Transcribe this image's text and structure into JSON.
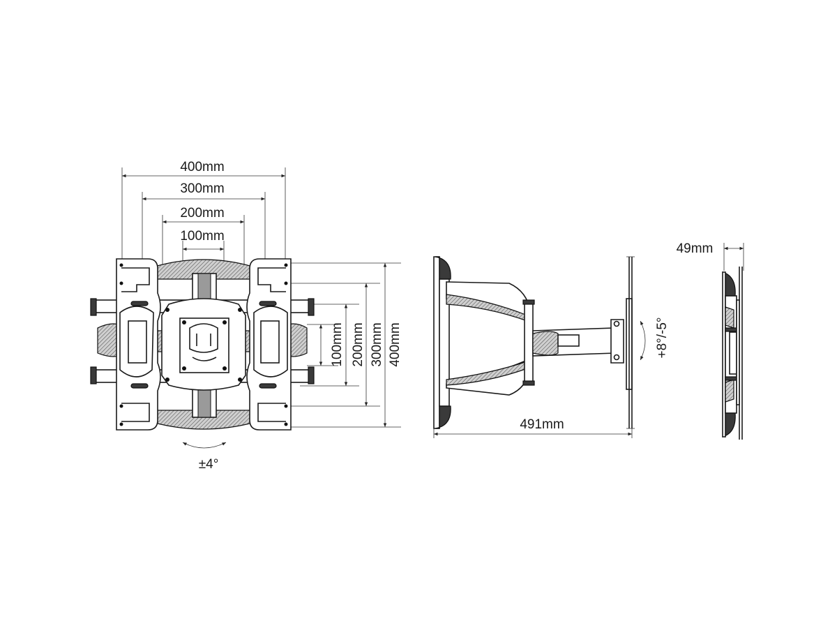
{
  "front_view": {
    "width_dims": [
      "400mm",
      "300mm",
      "200mm",
      "100mm"
    ],
    "height_dims": [
      "100mm",
      "200mm",
      "300mm",
      "400mm"
    ],
    "rotation": "±4°"
  },
  "side_view": {
    "extension": "491mm",
    "tilt": "+8°/-5°"
  },
  "profile_view": {
    "depth": "49mm"
  }
}
